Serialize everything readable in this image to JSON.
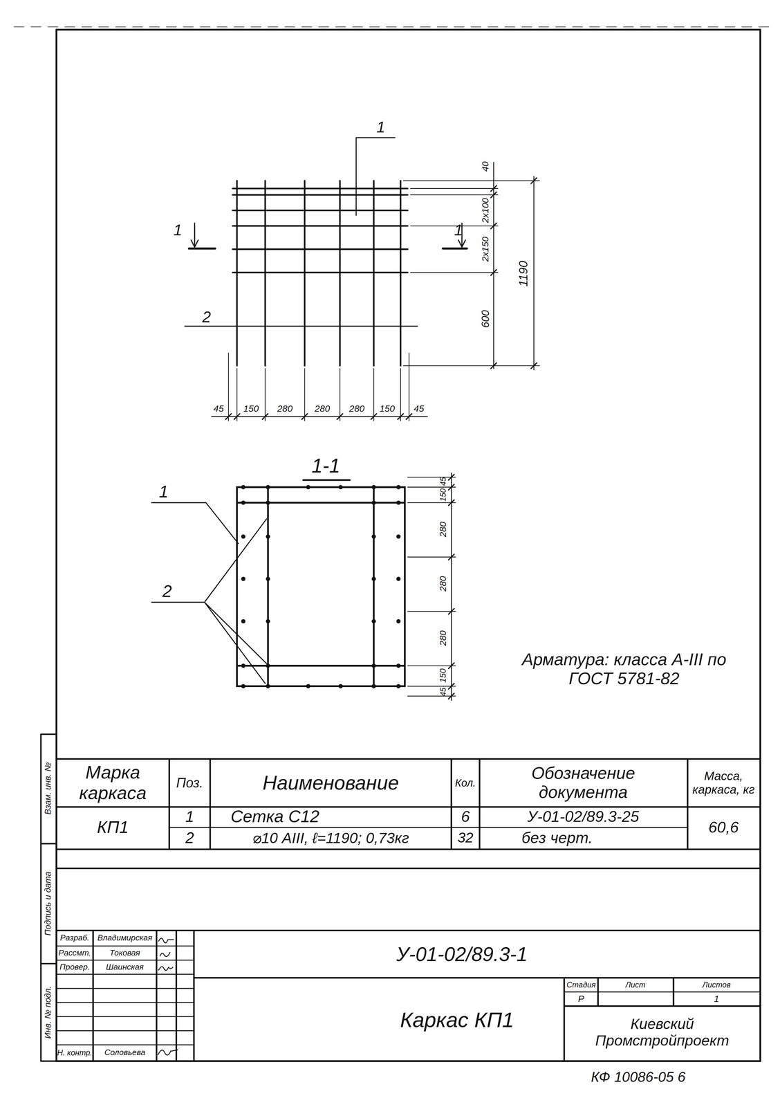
{
  "diagram": {
    "labels": [
      "1",
      "1",
      "1",
      "2",
      "40",
      "2х100",
      "2х150",
      "600",
      "1190",
      "45",
      "150",
      "280",
      "280",
      "280",
      "150",
      "45",
      "1-1",
      "1",
      "2",
      "45",
      "150",
      "280",
      "280",
      "280",
      "150",
      "45",
      "Арматура: класса А-III по ГОСТ 5781-82",
      "Марка каркаса",
      "Поз.",
      "Наименование",
      "Кол.",
      "Обозначение документа",
      "Масса, каркаса, кг",
      "КП1",
      "1",
      "Сетка С12",
      "6",
      "У-01-02/89.3-25",
      "60,6",
      "2",
      "⌀10 АIII, ℓ=1190; 0,73кг",
      "32",
      "без черт.",
      "Разраб.",
      "Владимирская",
      "Рассмт.",
      "Токовая",
      "Провер.",
      "Шаинская",
      "Н. контр.",
      "Соловьева",
      "У-01-02/89.3-1",
      "Каркас КП1",
      "Стадия",
      "Лист",
      "Листов",
      "Р",
      "1",
      "Киевский Промстройпроект",
      "Взам. инв. №",
      "Подпись и дата",
      "Инв. № подл.",
      "КФ 10086-05 6"
    ]
  }
}
